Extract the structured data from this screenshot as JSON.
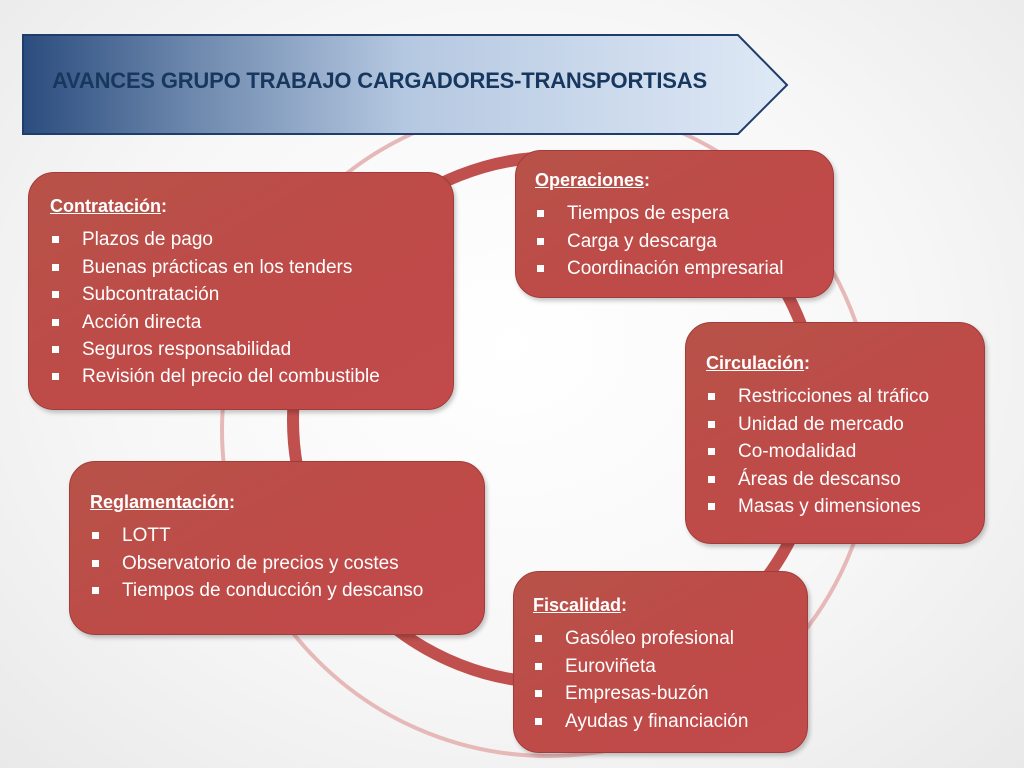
{
  "title": "AVANCES GRUPO TRABAJO CARGADORES-TRANSPORTISAS",
  "colors": {
    "box_fill": "#c0504d",
    "box_border": "#a23c3a",
    "title_text": "#17375e",
    "banner_dark": "#2b4c7e",
    "banner_light": "#dbe6f4",
    "ring_dark": "#c0504d",
    "ring_light": "#e6b9b8"
  },
  "boxes": {
    "contratacion": {
      "title": "Contratación",
      "items": [
        "Plazos de pago",
        "Buenas prácticas en los tenders",
        "Subcontratación",
        "Acción directa",
        "Seguros responsabilidad",
        "Revisión del precio del combustible"
      ]
    },
    "operaciones": {
      "title": "Operaciones",
      "items": [
        "Tiempos de espera",
        "Carga y descarga",
        "Coordinación empresarial"
      ]
    },
    "circulacion": {
      "title": "Circulación",
      "items": [
        "Restricciones al tráfico",
        "Unidad de mercado",
        "Co-modalidad",
        "Áreas de descanso",
        "Masas y dimensiones"
      ]
    },
    "reglamentacion": {
      "title": "Reglamentación",
      "items": [
        "LOTT",
        "Observatorio de precios y costes",
        "Tiempos de conducción y descanso"
      ]
    },
    "fiscalidad": {
      "title": "Fiscalidad",
      "items": [
        "Gasóleo profesional",
        "Euroviñeta",
        "Empresas-buzón",
        "Ayudas y financiación"
      ]
    }
  }
}
